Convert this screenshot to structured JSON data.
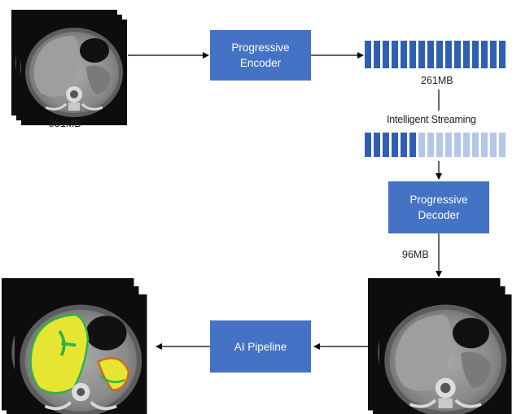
{
  "encoder": {
    "line1": "Progressive",
    "line2": "Encoder"
  },
  "decoder": {
    "line1": "Progressive",
    "line2": "Decoder"
  },
  "pipeline": {
    "label": "AI Pipeline"
  },
  "labels": {
    "original_size": "951MB",
    "encoded_size": "261MB",
    "streaming": "Intelligent Streaming",
    "decoded_size": "96MB"
  },
  "colors": {
    "box": "#4472c4",
    "bar_dark": "#2f5fb3",
    "bar_light": "#b4c7e7",
    "arrow": "#000000",
    "liver_overlay": "#e6e632",
    "segmentation_outline": "#2db34a"
  },
  "icons": {
    "input_scan": "ct-scan-stack-icon",
    "output_scan": "ct-scan-stack-icon",
    "segmented_scan": "segmented-ct-scan-stack-icon"
  },
  "streaming": {
    "bars_total": 16,
    "bars_received": 6
  }
}
